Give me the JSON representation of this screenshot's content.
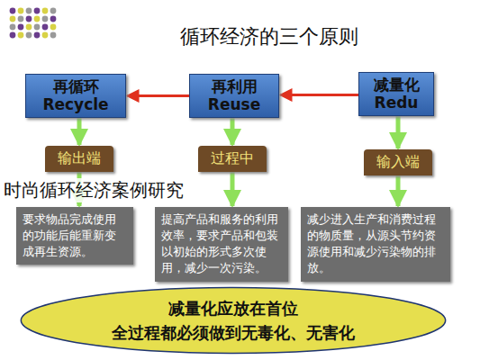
{
  "diagram": {
    "title": "循环经济的三个原则",
    "nodes": [
      {
        "text": [
          "再循环",
          "Recycle"
        ]
      },
      {
        "text": [
          "再利用",
          "Reuse"
        ]
      },
      {
        "text": [
          "减量化",
          "Redu"
        ]
      },
      {
        "text": [
          "输出端"
        ]
      },
      {
        "text": [
          "过程中"
        ]
      },
      {
        "text": [
          "输入端"
        ]
      },
      {
        "text": [
          "要求物品完成使用的功能后能重新变成再生资源。"
        ]
      },
      {
        "text": [
          "提高产品和服务的利用效率，要求产品和包装以初始的形式多次使用，减少一次污染。"
        ]
      },
      {
        "text": [
          "减少进入生产和消费过程的物质量，从源头节约资源使用和减少污染物的排放。"
        ]
      },
      {
        "text": [
          "减量化应放在首位",
          "全过程都必须做到无毒化、无害化"
        ]
      }
    ],
    "edges": [
      {
        "from": 2,
        "to": 1,
        "arrow": "to"
      },
      {
        "from": 1,
        "to": 0,
        "arrow": "to"
      },
      {
        "from": 0,
        "to": 3,
        "arrow": "to"
      },
      {
        "from": 1,
        "to": 4,
        "arrow": "to"
      },
      {
        "from": 2,
        "to": 5,
        "arrow": "to"
      },
      {
        "from": 3,
        "to": 6,
        "arrow": "to"
      },
      {
        "from": 4,
        "to": 7,
        "arrow": "to"
      },
      {
        "from": 5,
        "to": 8,
        "arrow": "to"
      }
    ],
    "labels": [
      "时尚循环经济案例研究"
    ]
  }
}
